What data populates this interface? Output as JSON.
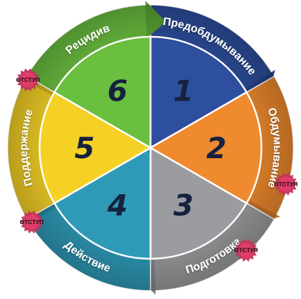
{
  "stages": [
    {
      "number": "1",
      "label": "Предобдумывание",
      "color": "#2e4e9e"
    },
    {
      "number": "2",
      "label": "Обдумывание",
      "color": "#ef8a2e"
    },
    {
      "number": "3",
      "label": "Подготовка",
      "color": "#9a9c9f"
    },
    {
      "number": "4",
      "label": "Действие",
      "color": "#2f9ab8"
    },
    {
      "number": "5",
      "label": "Поддержание",
      "color": "#f5d126"
    },
    {
      "number": "6",
      "label": "Рецидив",
      "color": "#6abf3f"
    }
  ],
  "relapse_badges": [
    "ОТСТУП",
    "ОТСТУП",
    "ОТСТУП",
    "ОТСТУП"
  ],
  "colors": {
    "badge": "#c2345b",
    "hub_line": "#ffffff"
  }
}
